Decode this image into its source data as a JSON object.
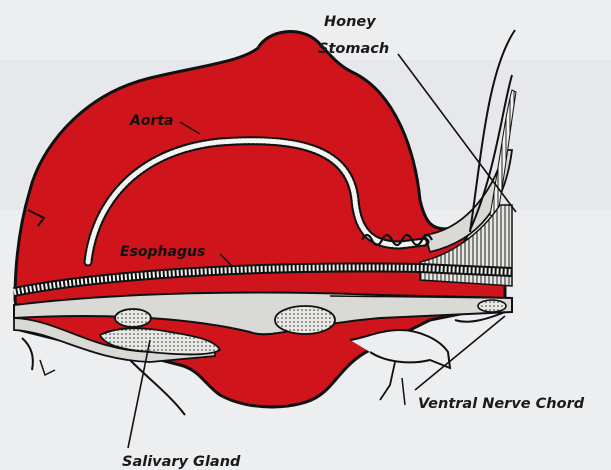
{
  "labels": {
    "honey_line1": "Honey",
    "honey_line2": "Stomach",
    "aorta": "Aorta",
    "esophagus": "Esophagus",
    "ventral_nerve": "Ventral Nerve Chord",
    "salivary": "Salivary Gland"
  },
  "colors": {
    "body_fill": "#d0141b",
    "outline": "#111111",
    "tube_fill": "#d9d9d6",
    "background": "#eceef0"
  }
}
